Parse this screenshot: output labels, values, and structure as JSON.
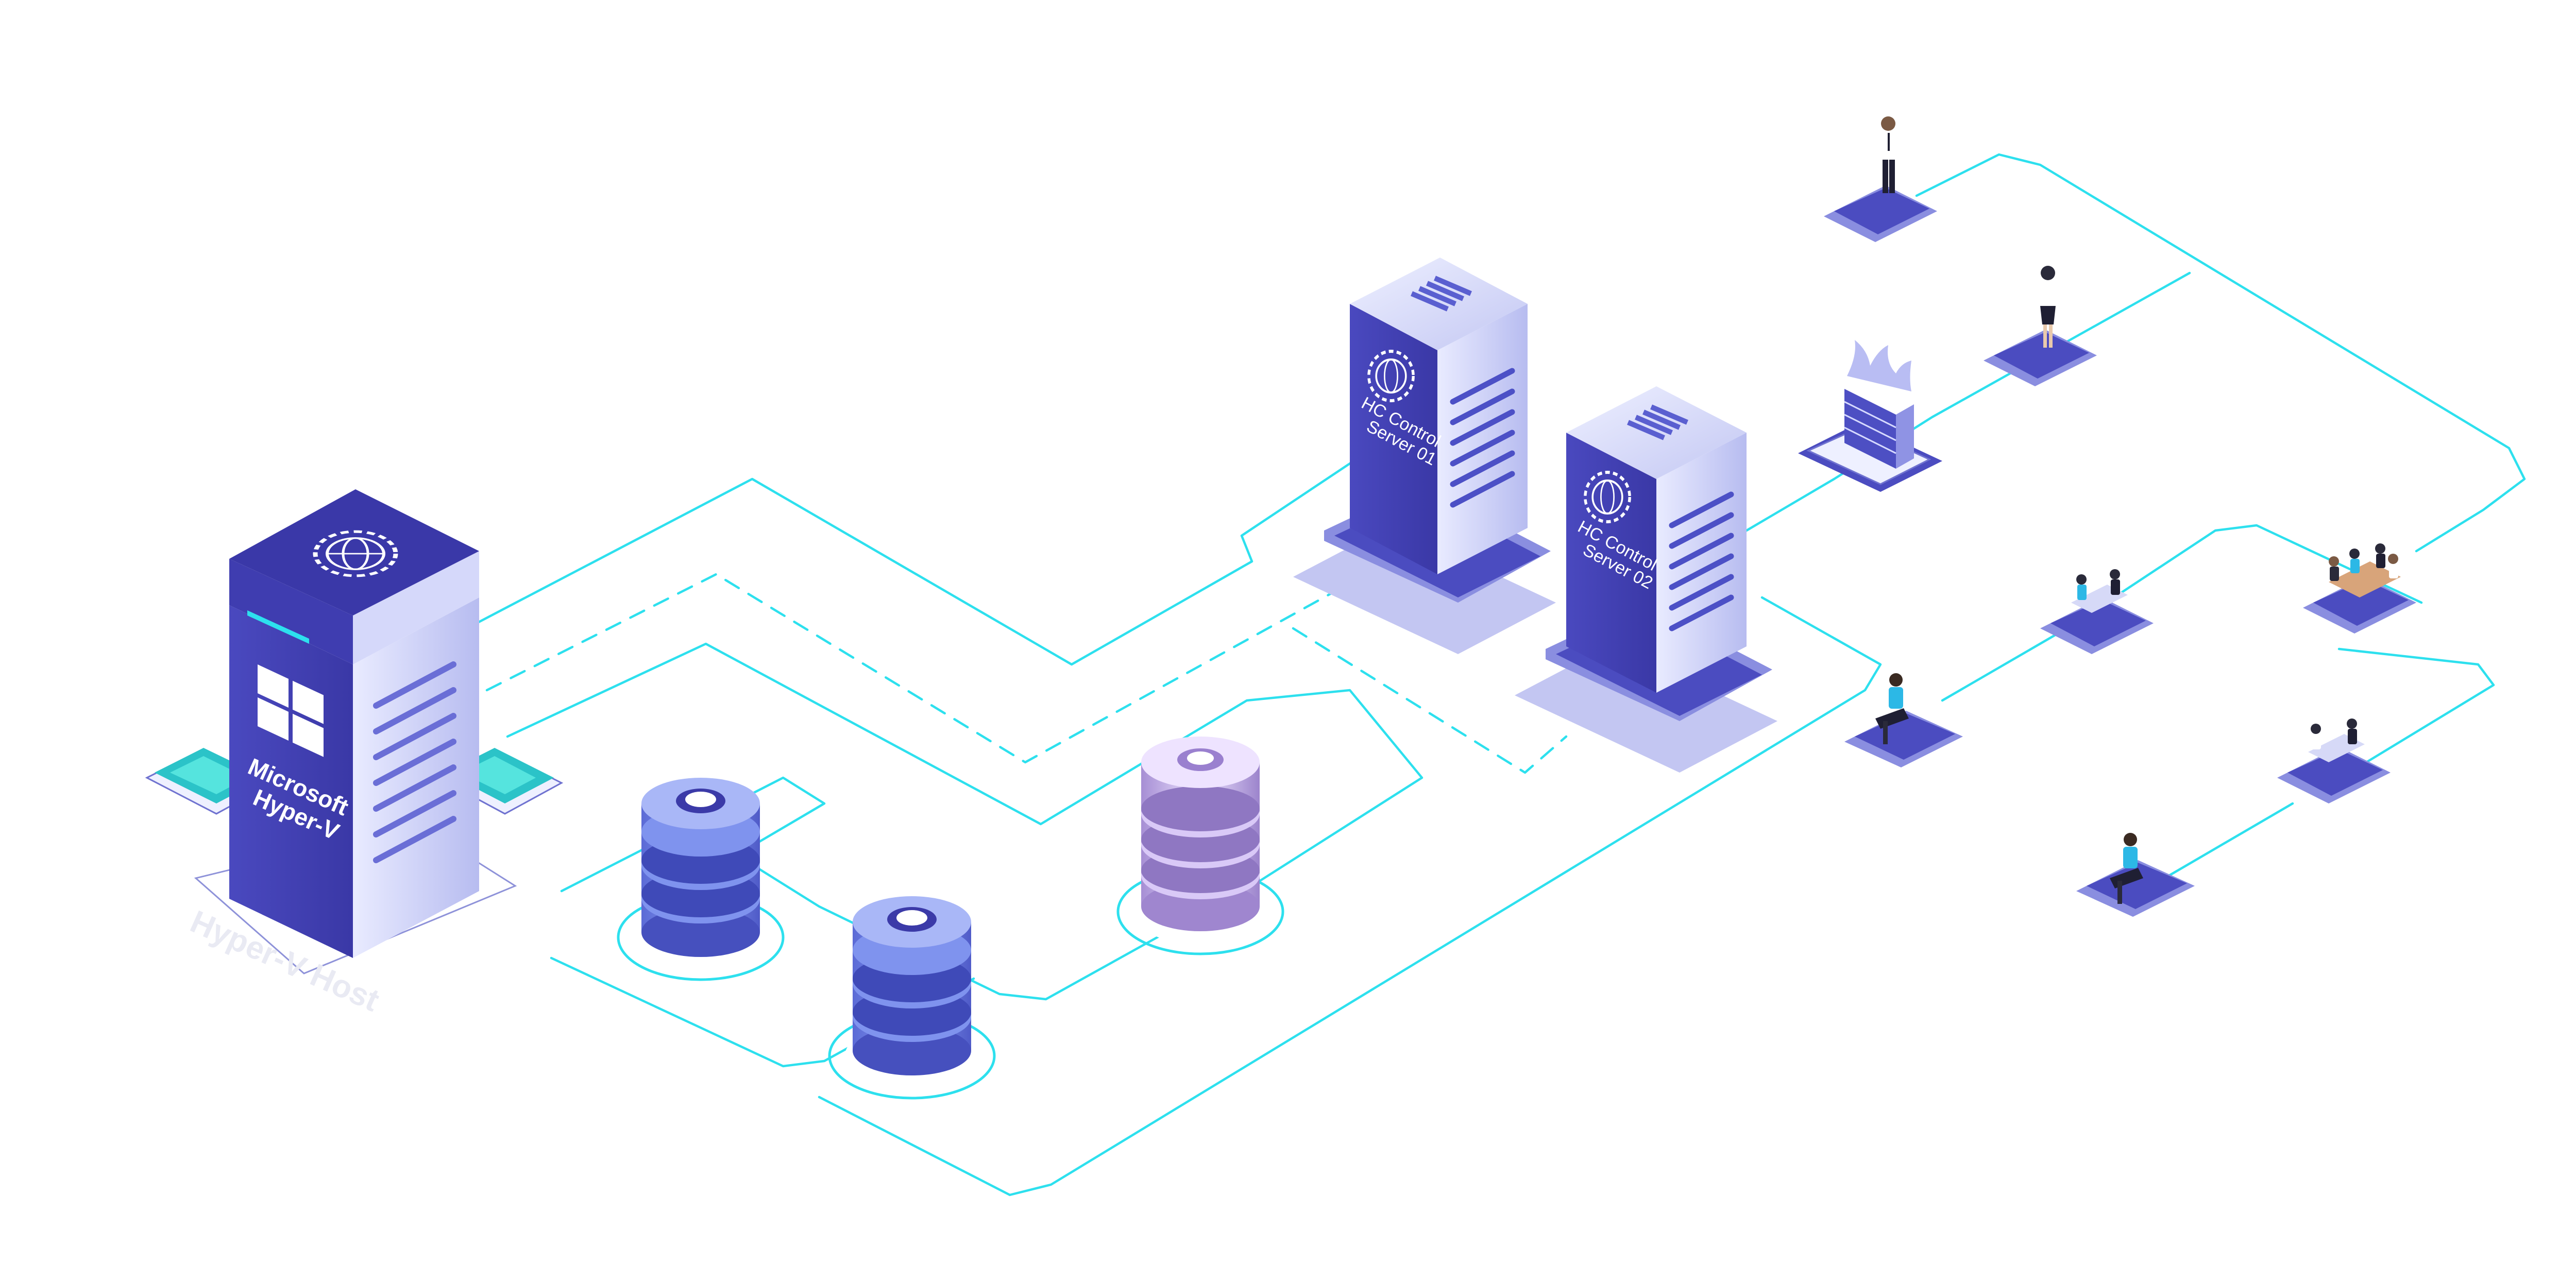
{
  "diagram": {
    "hyperv_host": {
      "brand_line1": "Microsoft",
      "brand_line2": "Hyper-V",
      "caption": "Hyper-V Host",
      "logo": "windows-logo-icon",
      "top_logo": "globe-gear-icon"
    },
    "control_servers": [
      {
        "line1": "HC Control",
        "line2": "Server 01",
        "logo": "globe-gear-icon"
      },
      {
        "line1": "HC Control",
        "line2": "Server 02",
        "logo": "globe-gear-icon"
      }
    ],
    "databases": [
      {
        "icon": "database-icon",
        "style": "blue"
      },
      {
        "icon": "database-icon",
        "style": "blue"
      },
      {
        "icon": "database-icon",
        "style": "lavender"
      }
    ],
    "firewall": {
      "icon": "brick-firewall-icon"
    },
    "users": [
      {
        "icon": "standing-man-icon"
      },
      {
        "icon": "standing-woman-icon"
      },
      {
        "icon": "team-at-desk-icon"
      },
      {
        "icon": "conference-team-icon"
      },
      {
        "icon": "laptop-user-icon"
      },
      {
        "icon": "team-at-desk-icon"
      },
      {
        "icon": "laptop-user-icon"
      }
    ],
    "colors": {
      "connector": "#2de0ee",
      "server_dark": "#3b3aa8",
      "server_mid": "#5c5fd1",
      "server_light": "#c9cdf5",
      "platform": "#4b4cc0",
      "accent_teal": "#2bd3d8"
    }
  }
}
